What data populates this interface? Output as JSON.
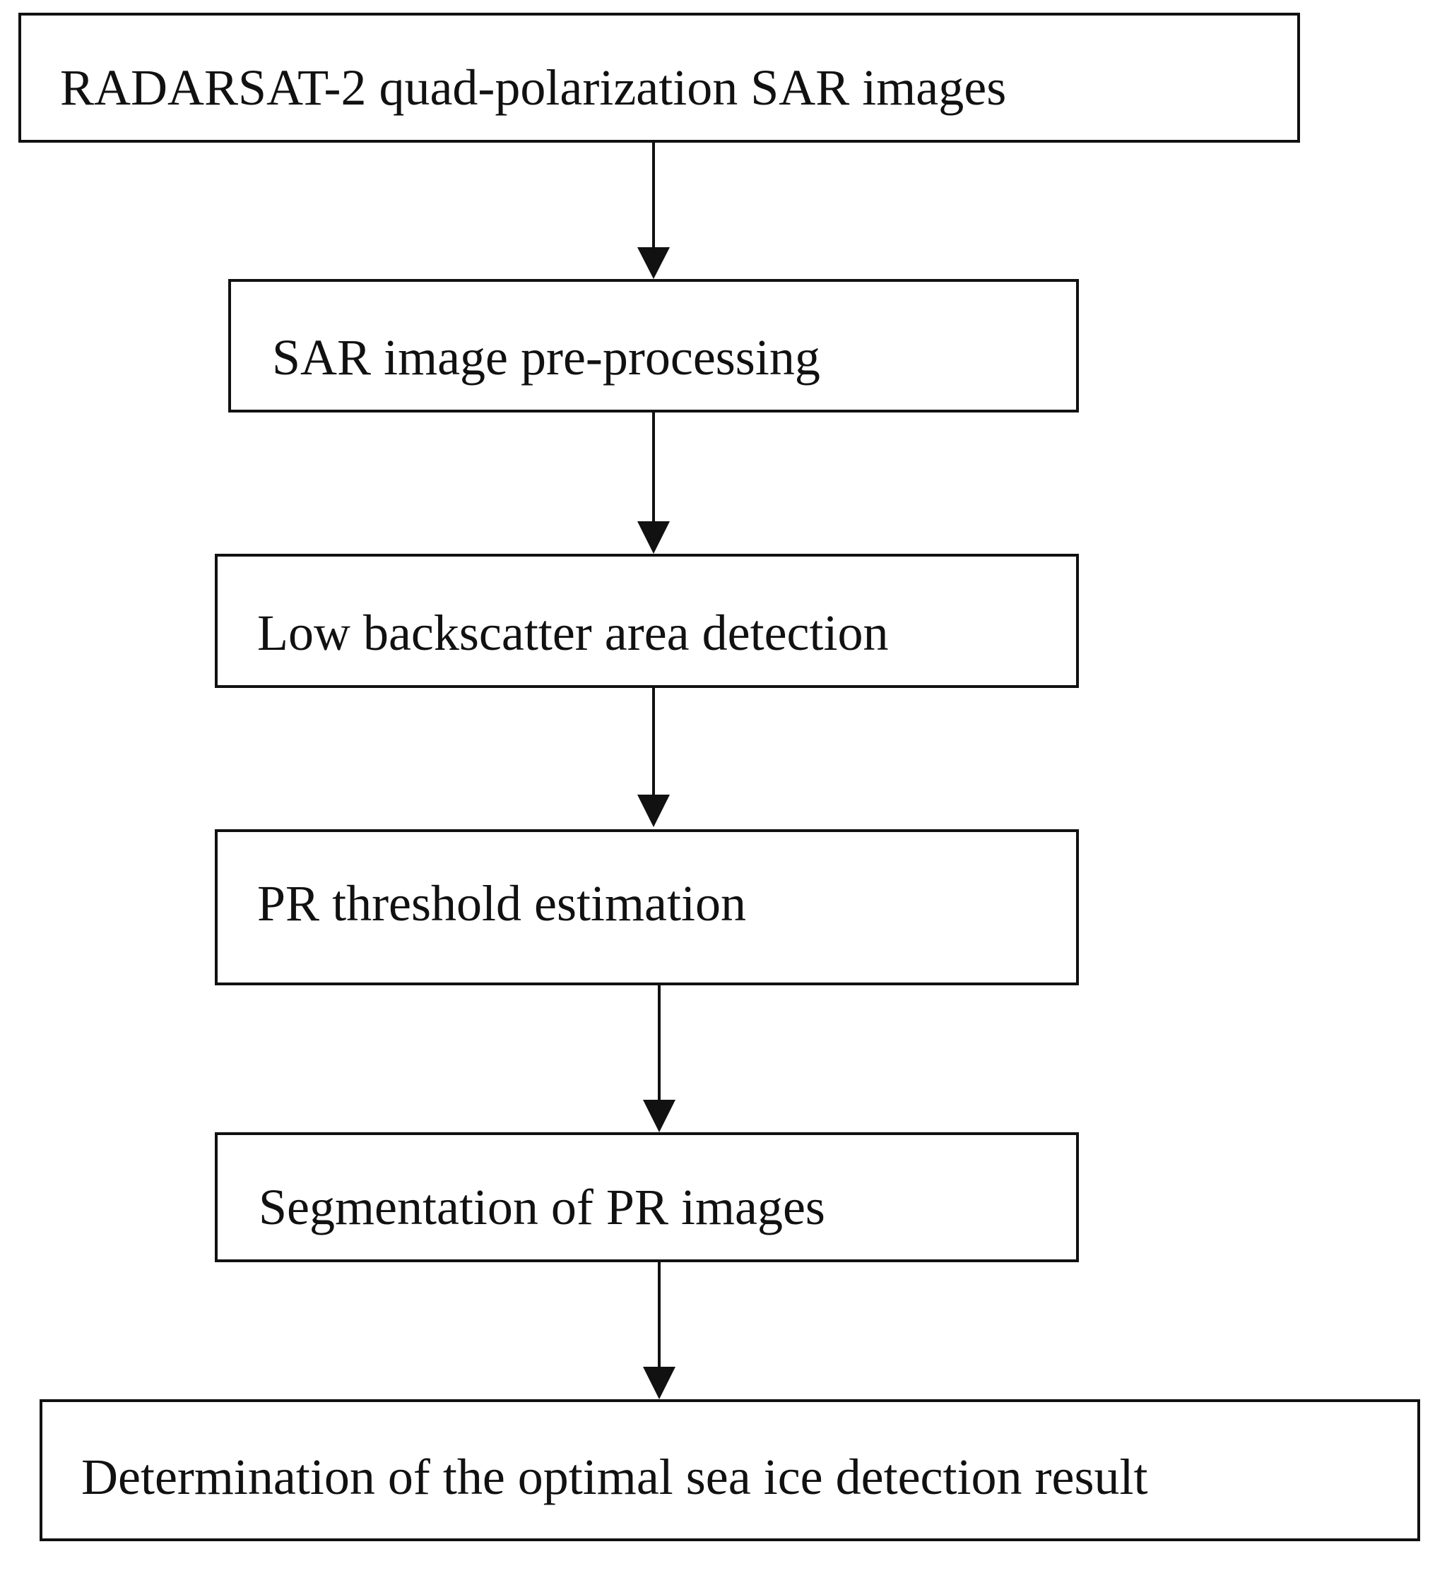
{
  "flowchart": {
    "steps": [
      {
        "id": "input",
        "label": "RADARSAT-2 quad-polarization SAR images"
      },
      {
        "id": "preprocess",
        "label": "SAR image pre-processing"
      },
      {
        "id": "low-backscatter",
        "label": "Low backscatter area detection"
      },
      {
        "id": "pr-threshold",
        "label": "PR threshold estimation"
      },
      {
        "id": "segmentation",
        "label": "Segmentation of PR images"
      },
      {
        "id": "result",
        "label": "Determination of the optimal sea ice detection result"
      }
    ],
    "connections": [
      {
        "from": "input",
        "to": "preprocess"
      },
      {
        "from": "preprocess",
        "to": "low-backscatter"
      },
      {
        "from": "low-backscatter",
        "to": "pr-threshold"
      },
      {
        "from": "pr-threshold",
        "to": "segmentation"
      },
      {
        "from": "segmentation",
        "to": "result"
      }
    ]
  }
}
